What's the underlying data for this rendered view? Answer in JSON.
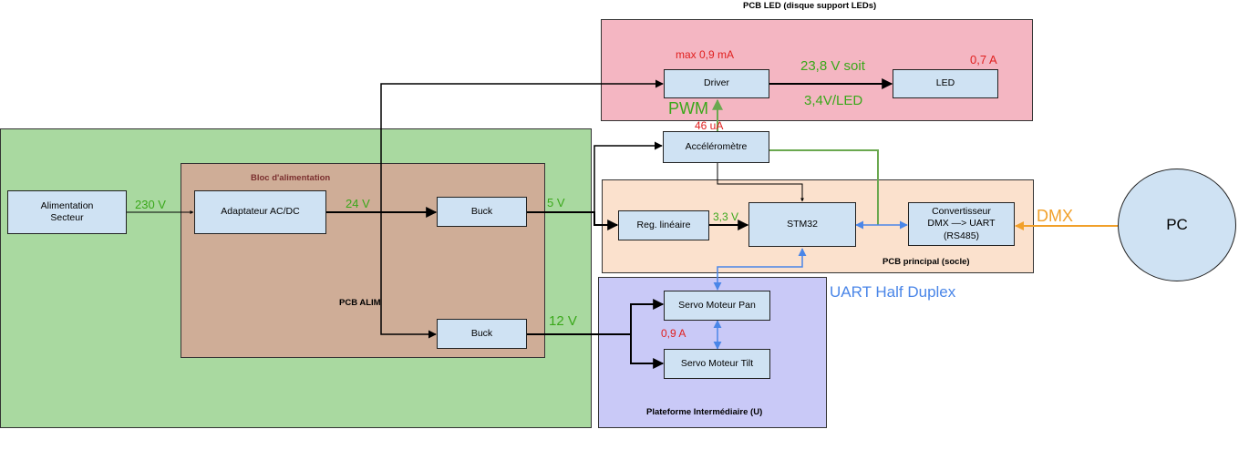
{
  "colors": {
    "led_zone": "#f4b6c2",
    "alim_zone": "#a9d9a0",
    "supply_block": "#cfad97",
    "socle_zone": "#fbe1cd",
    "platform_zone": "#c9c9f7",
    "block": "#cfe2f3",
    "power_line": "#000000",
    "pwm_line": "#6aa84f",
    "uart_line": "#4a86e8",
    "dmx_line": "#f1a02a"
  },
  "zones": {
    "led_title": "PCB LED (disque support LEDs)",
    "alim_title": "PCB ALIM",
    "supply_title": "Bloc d'alimentation",
    "socle_title": "PCB principal (socle)",
    "platform_title": "Plateforme Intermédiaire (U)"
  },
  "blocks": {
    "mains": "Alimentation\nSecteur",
    "adapter": "Adaptateur AC/DC",
    "buck_5v": "Buck",
    "buck_12v": "Buck",
    "driver": "Driver",
    "led": "LED",
    "accelerometer": "Accéléromètre",
    "regulator": "Reg. linéaire",
    "mcu": "STM32",
    "converter": "Convertisseur\nDMX —> UART\n(RS485)",
    "servo_pan": "Servo Moteur Pan",
    "servo_tilt": "Servo Moteur Tilt",
    "pc": "PC"
  },
  "labels": {
    "v230": "230 V",
    "v24": "24 V",
    "v5": "5 V",
    "v12": "12 V",
    "v33": "3,3 V",
    "driver_current": "max 0,9 mA",
    "led_voltage_line1": "23,8 V soit",
    "led_voltage_line2": "3,4V/LED",
    "led_current": "0,7 A",
    "pwm": "PWM",
    "pwm_current": "46 uA",
    "servo_current": "0,9 A",
    "dmx": "DMX",
    "uart": "UART Half Duplex"
  }
}
